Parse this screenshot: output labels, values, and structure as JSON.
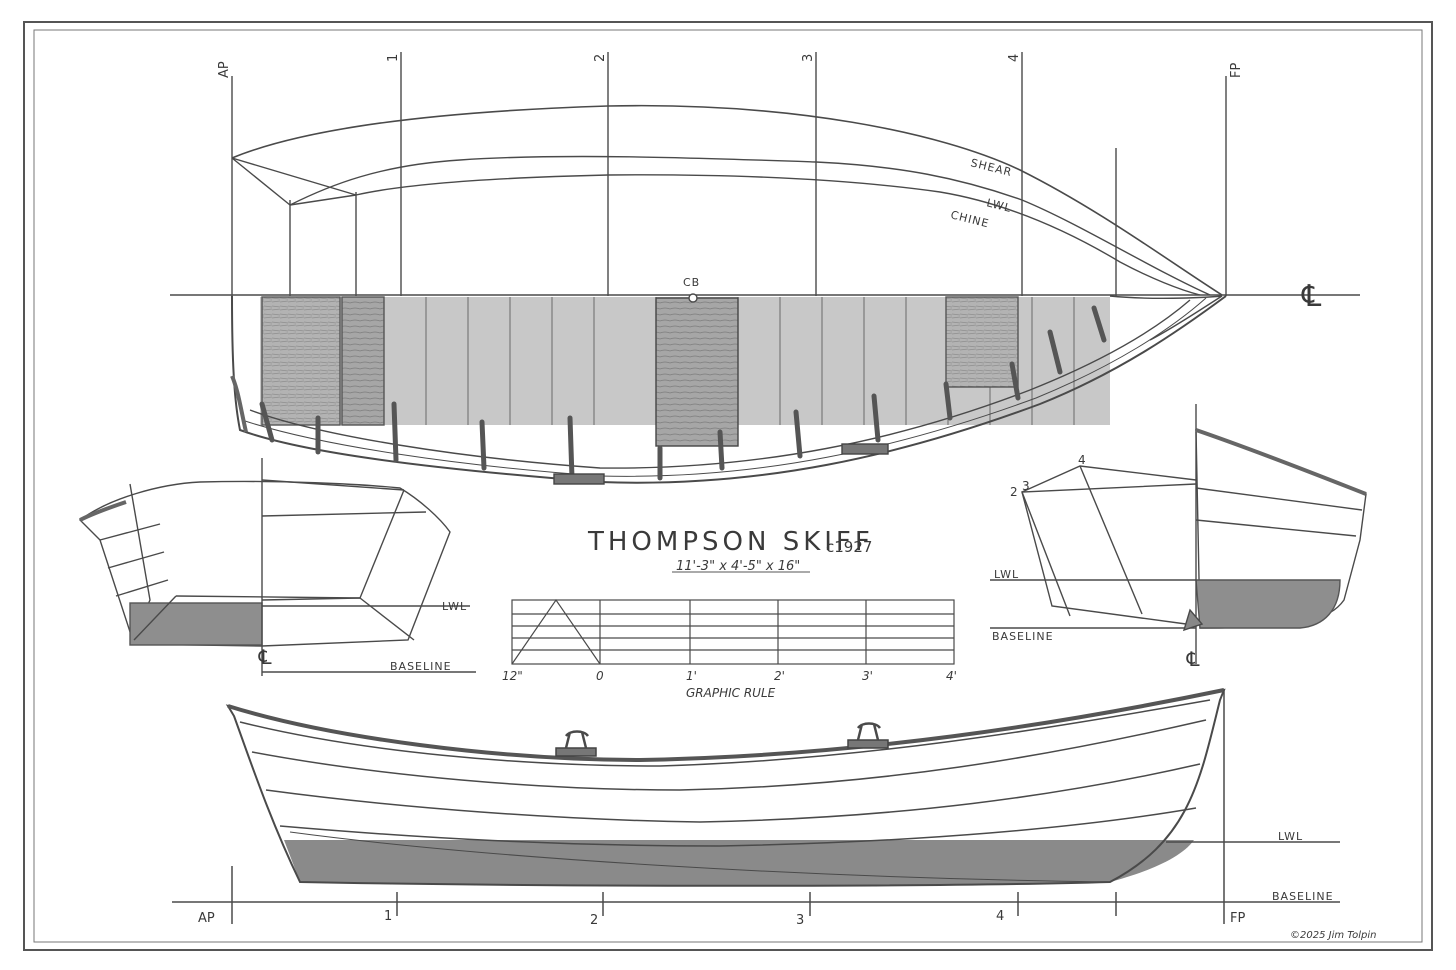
{
  "title": "THOMPSON SKIFF",
  "title_year": "c1927",
  "dimensions": "11'-3\" x 4'-5\" x 16\"",
  "graphic_rule": {
    "label": "GRAPHIC RULE",
    "ticks": [
      "12\"",
      "0",
      "1'",
      "2'",
      "3'",
      "4'"
    ]
  },
  "plan_view": {
    "stations": [
      "AP",
      "1",
      "2",
      "3",
      "4",
      "FP"
    ],
    "lines": [
      "SHEAR",
      "LWL",
      "CHINE"
    ],
    "centerboard_label": "CB",
    "centerline_symbol": "℄"
  },
  "stern_view": {
    "lwl": "LWL",
    "baseline": "BASELINE",
    "centerline_symbol": "℄"
  },
  "bow_view": {
    "station_labels": [
      "2",
      "3",
      "4"
    ],
    "lwl": "LWL",
    "baseline": "BASELINE",
    "centerline_symbol": "℄"
  },
  "profile_view": {
    "stations": [
      "AP",
      "1",
      "2",
      "3",
      "4",
      "FP"
    ],
    "lwl": "LWL",
    "baseline": "BASELINE"
  },
  "copyright": "©2025 Jim Tolpin",
  "colors": {
    "paper": "#ffffff",
    "line": "#4a4a4a",
    "shade": "#8a8a8a",
    "wood": "#b0b0b0"
  }
}
